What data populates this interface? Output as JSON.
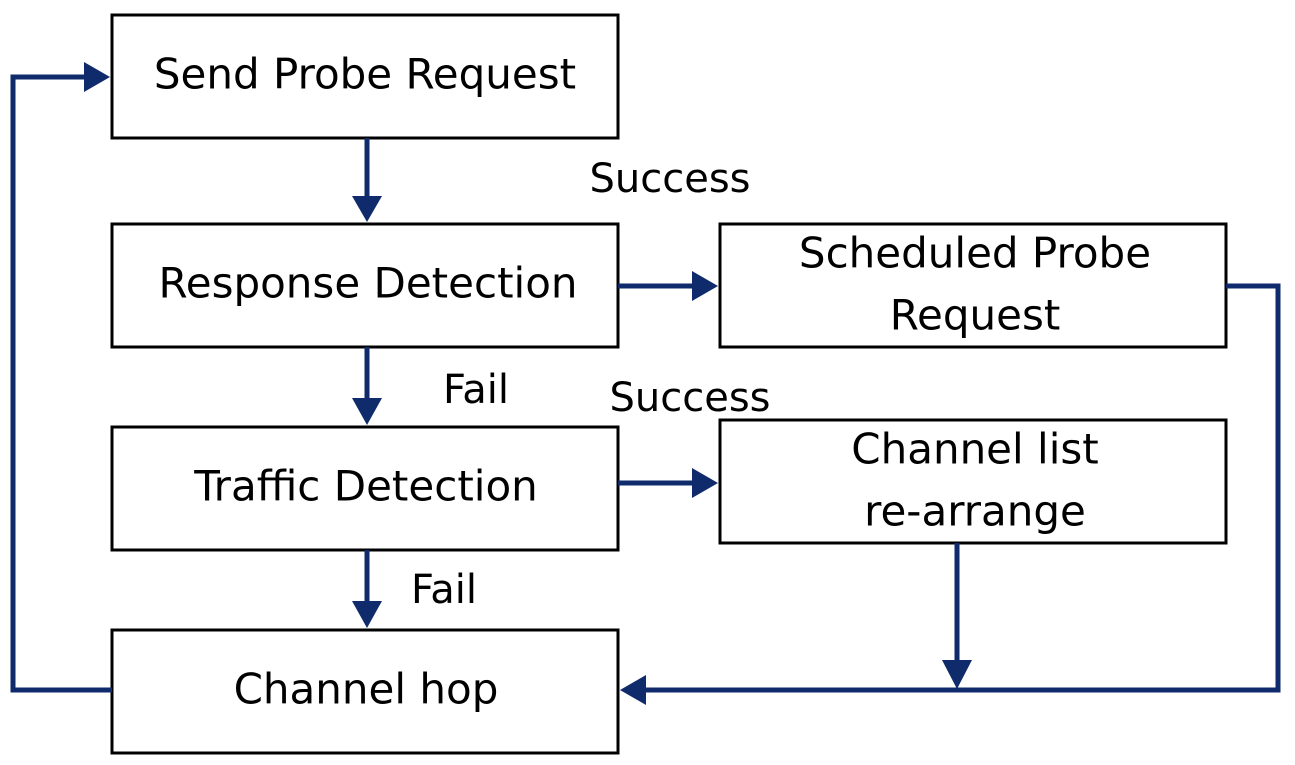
{
  "nodes": {
    "send_probe": {
      "label": "Send Probe Request"
    },
    "response_detection": {
      "label": "Response Detection"
    },
    "traffic_detection": {
      "label": "Traffic Detection"
    },
    "channel_hop": {
      "label": "Channel hop"
    },
    "scheduled_probe": {
      "line1": "Scheduled Probe",
      "line2": "Request"
    },
    "channel_list": {
      "line1": "Channel list",
      "line2": "re-arrange"
    }
  },
  "edges": {
    "response_success": "Success",
    "response_fail": "Fail",
    "traffic_success": "Success",
    "traffic_fail": "Fail"
  },
  "colors": {
    "connector": "#0f2b6b",
    "box_border": "#000000"
  }
}
